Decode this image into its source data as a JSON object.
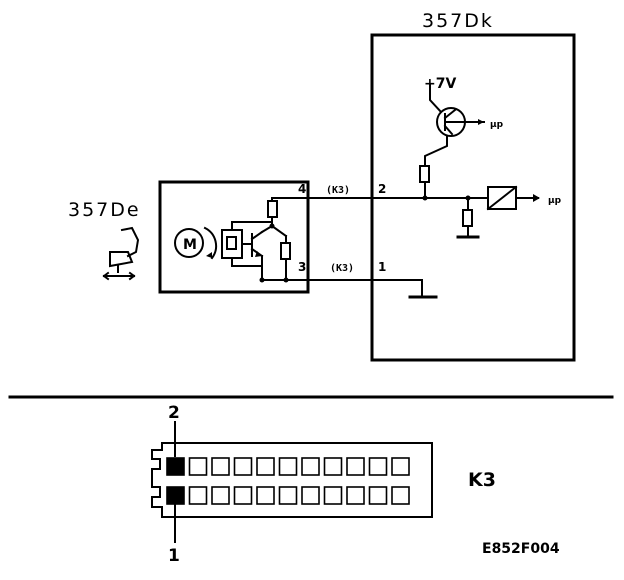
{
  "diagram": {
    "module_right": {
      "label": "357Dk"
    },
    "module_left": {
      "label": "357De"
    },
    "supply": {
      "label": "+7V"
    },
    "outputs": {
      "upper": "μp",
      "lower": "μp"
    },
    "motor": {
      "label": "M"
    },
    "wires": [
      {
        "pin_left": "4",
        "connector": "(K3)",
        "pin_right": "2"
      },
      {
        "pin_left": "3",
        "connector": "(K3)",
        "pin_right": "1"
      }
    ],
    "connector": {
      "name": "K3",
      "top_pin_label": "2",
      "bottom_pin_label": "1",
      "cells_per_row": 11,
      "filled_cells": [
        "row1-col1",
        "row2-col1"
      ]
    },
    "reference": "E852F004"
  }
}
